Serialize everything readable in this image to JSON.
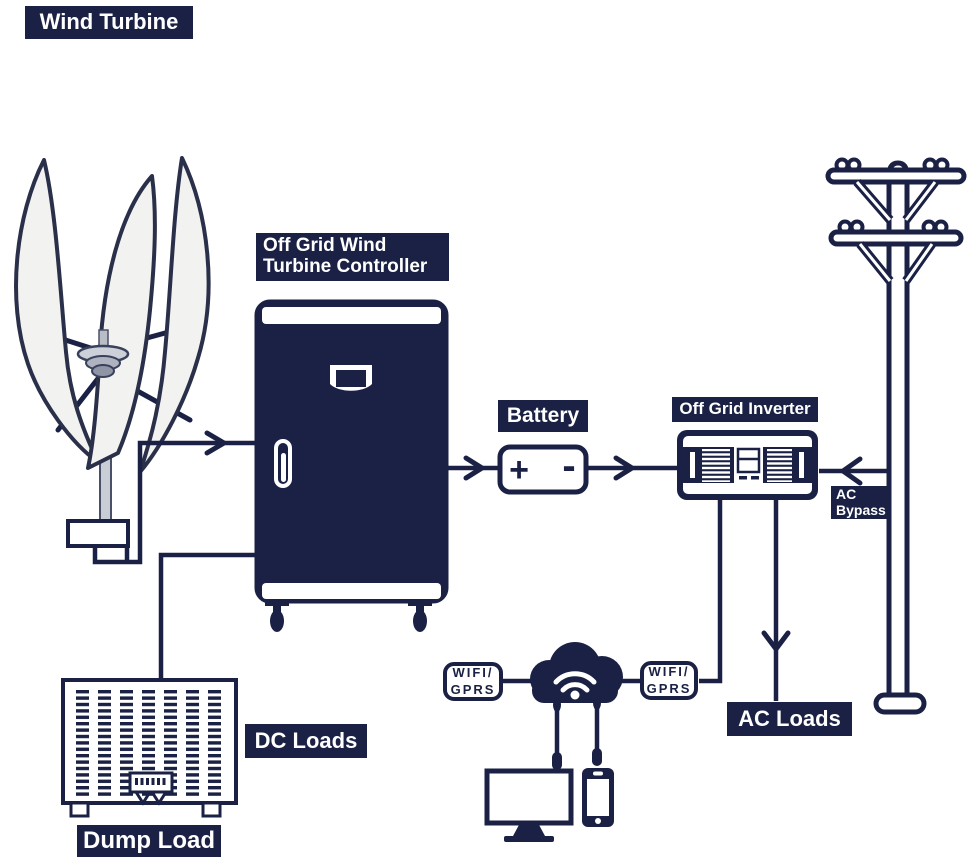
{
  "colors": {
    "navy": "#1a2144",
    "background": "#ffffff",
    "label_text": "#ffffff",
    "blade_fill": "#f2f2f0",
    "pole_metal": "#c9cdd5"
  },
  "labels": {
    "wind_turbine": "Wind Turbine",
    "controller": {
      "line1": "Off Grid Wind",
      "line2": "Turbine Controller"
    },
    "battery": "Battery",
    "inverter": "Off Grid Inverter",
    "ac_bypass": {
      "line1": "AC",
      "line2": "Bypass"
    },
    "ac_loads": "AC Loads",
    "dc_loads": "DC Loads",
    "dump_load": "Dump Load",
    "wifi_left": {
      "line1": "WIFI/",
      "line2": "GPRS"
    },
    "wifi_right": {
      "line1": "WIFI/",
      "line2": "GPRS"
    }
  },
  "battery_symbol": {
    "plus": "+",
    "minus": "-"
  },
  "icons": [
    "wind-turbine-icon",
    "controller-icon",
    "battery-icon",
    "inverter-icon",
    "utility-pole-icon",
    "cloud-icon",
    "wifi-signal-icon",
    "monitor-icon",
    "phone-icon",
    "dump-load-icon"
  ]
}
